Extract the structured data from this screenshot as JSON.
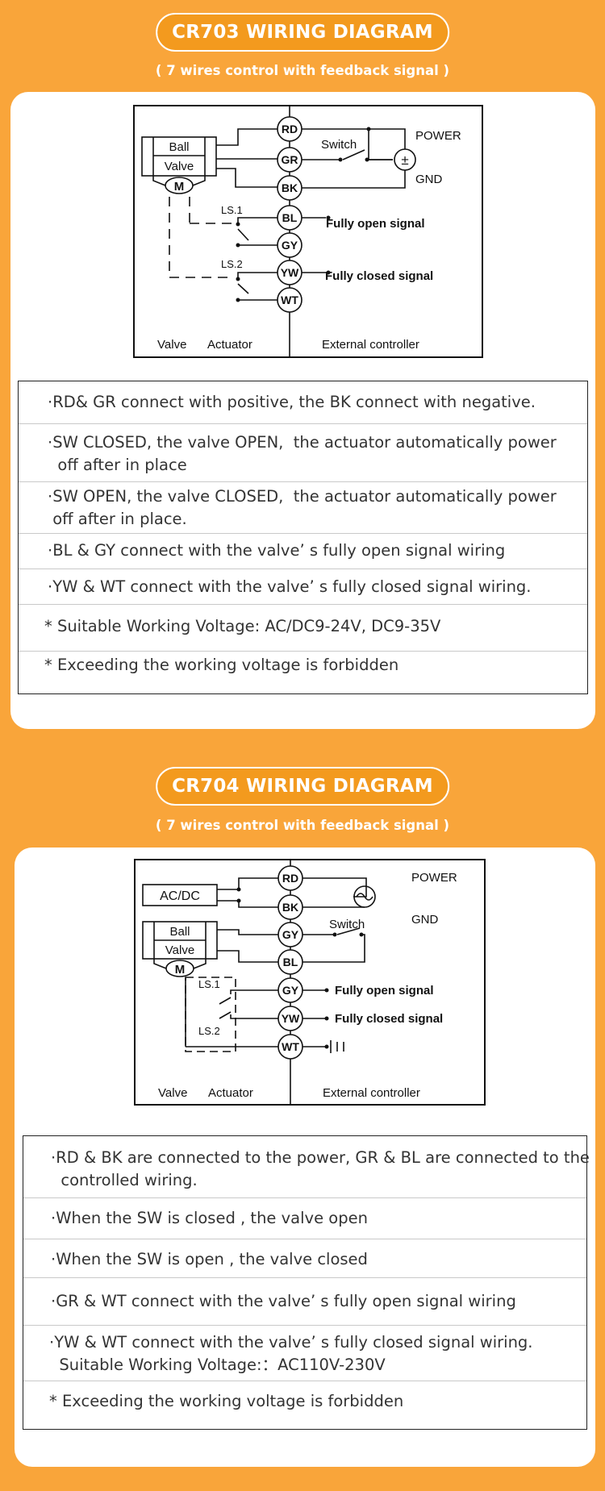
{
  "section1": {
    "title": "CR703 WIRING DIAGRAM",
    "subtitle": "( 7 wires control with feedback signal )",
    "diagram": {
      "terminals": [
        "RD",
        "GR",
        "BK",
        "BL",
        "GY",
        "YW",
        "WT"
      ],
      "ball": "Ball",
      "valve": "Valve",
      "motor": "M",
      "ls1": "LS.1",
      "ls2": "LS.2",
      "switch": "Switch",
      "power": "POWER",
      "gnd": "GND",
      "dc_symbol": "±",
      "open_signal": "Fully open signal",
      "closed_signal": "Fully closed signal",
      "valve_label": "Valve",
      "actuator_label": "Actuator",
      "controller_label": "External controller"
    },
    "notes": [
      "·RD& GR connect with positive, the BK connect with negative.",
      "·SW CLOSED, the valve OPEN,  the actuator automatically power",
      "  off after in place",
      "·SW OPEN, the valve CLOSED,  the actuator automatically power",
      " off after in place.",
      "·BL & GY connect with the valve’ s fully open signal wiring",
      "·YW & WT connect with the valve’ s fully closed signal wiring.",
      "* Suitable Working Voltage: AC/DC9-24V, DC9-35V",
      "* Exceeding the working voltage is forbidden"
    ]
  },
  "section2": {
    "title": "CR704 WIRING DIAGRAM",
    "subtitle": "( 7 wires control with feedback signal )",
    "diagram": {
      "terminals": [
        "RD",
        "BK",
        "GY",
        "BL",
        "GY",
        "YW",
        "WT"
      ],
      "acdc": "AC/DC",
      "ball": "Ball",
      "valve": "Valve",
      "motor": "M",
      "ls1": "LS.1",
      "ls2": "LS.2",
      "switch": "Switch",
      "power": "POWER",
      "gnd": "GND",
      "open_signal": "Fully open signal",
      "closed_signal": "Fully closed signal",
      "valve_label": "Valve",
      "actuator_label": "Actuator",
      "controller_label": "External controller"
    },
    "notes": [
      "·RD & BK are connected to the power, GR & BL are connected to the",
      "  controlled wiring.",
      "·When the SW is closed , the valve open",
      "·When the SW is open , the valve closed",
      "·GR & WT connect with the valve’ s fully open signal wiring",
      "·YW & WT connect with the valve’ s fully closed signal wiring.",
      "  Suitable Working Voltage:：AC110V-230V",
      "* Exceeding the working voltage is forbidden"
    ]
  }
}
